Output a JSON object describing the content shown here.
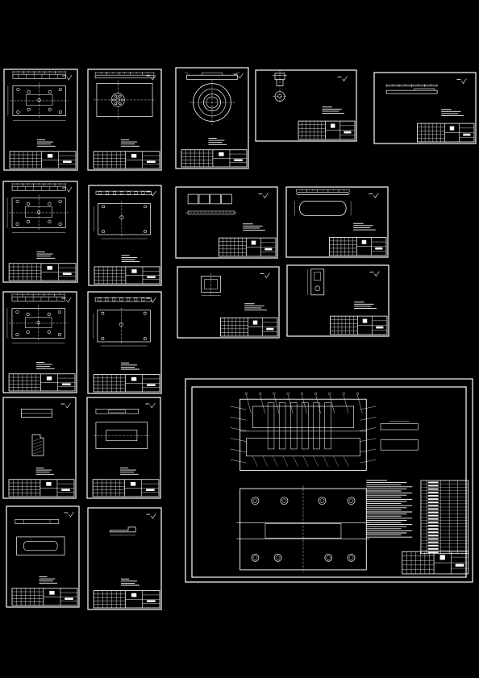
{
  "drawing_set": {
    "background": "#000000",
    "line_color": "#ffffff",
    "sheet_count": 19,
    "sheets": [
      {
        "kind": "plate-holes"
      },
      {
        "kind": "plate-circle"
      },
      {
        "kind": "ring"
      },
      {
        "kind": "punch"
      },
      {
        "kind": "bar"
      },
      {
        "kind": "plate-holes"
      },
      {
        "kind": "plate-rect"
      },
      {
        "kind": "blocks"
      },
      {
        "kind": "rounded-plate"
      },
      {
        "kind": "plate-holes"
      },
      {
        "kind": "plate-rect"
      },
      {
        "kind": "small-part"
      },
      {
        "kind": "small-part-tall"
      },
      {
        "kind": "block-sections"
      },
      {
        "kind": "plate-window"
      },
      {
        "kind": "plate-window-2"
      },
      {
        "kind": "bar-small"
      },
      {
        "kind": "assembly"
      },
      {
        "kind": "empty"
      }
    ]
  }
}
